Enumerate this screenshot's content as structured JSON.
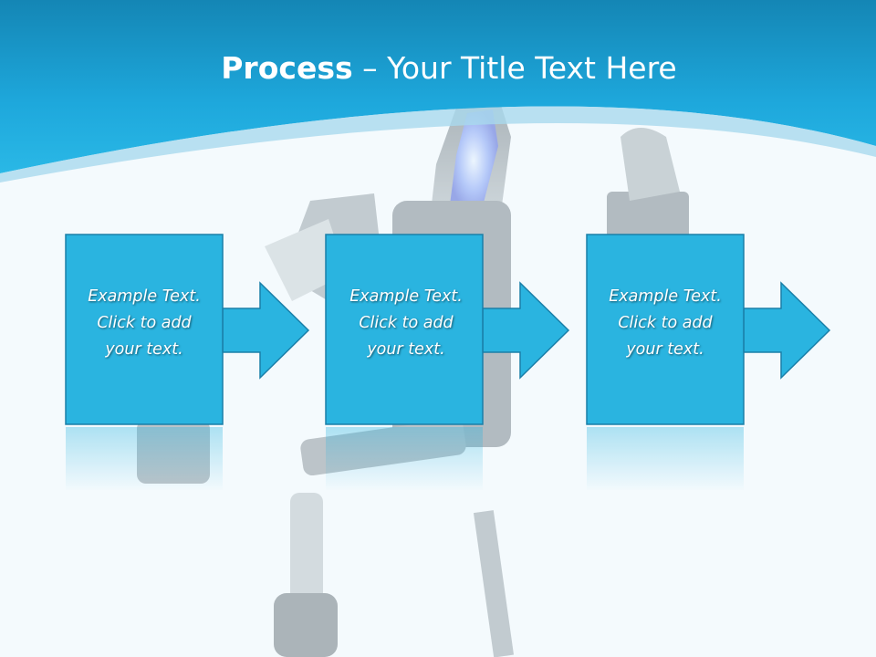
{
  "slide": {
    "title_bold": "Process",
    "title_rest": " – Your Title Text Here",
    "steps": [
      {
        "line1": "Example Text.",
        "line2": "Click  to add",
        "line3": "your text."
      },
      {
        "line1": "Example Text.",
        "line2": "Click  to add",
        "line3": "your text."
      },
      {
        "line1": "Example Text.",
        "line2": "Click  to add",
        "line3": "your text."
      }
    ]
  },
  "colors": {
    "header": "#1aa3d6",
    "box_fill": "#2ab4e0",
    "box_border": "#1a7fa8",
    "background": "#f4fafd"
  }
}
